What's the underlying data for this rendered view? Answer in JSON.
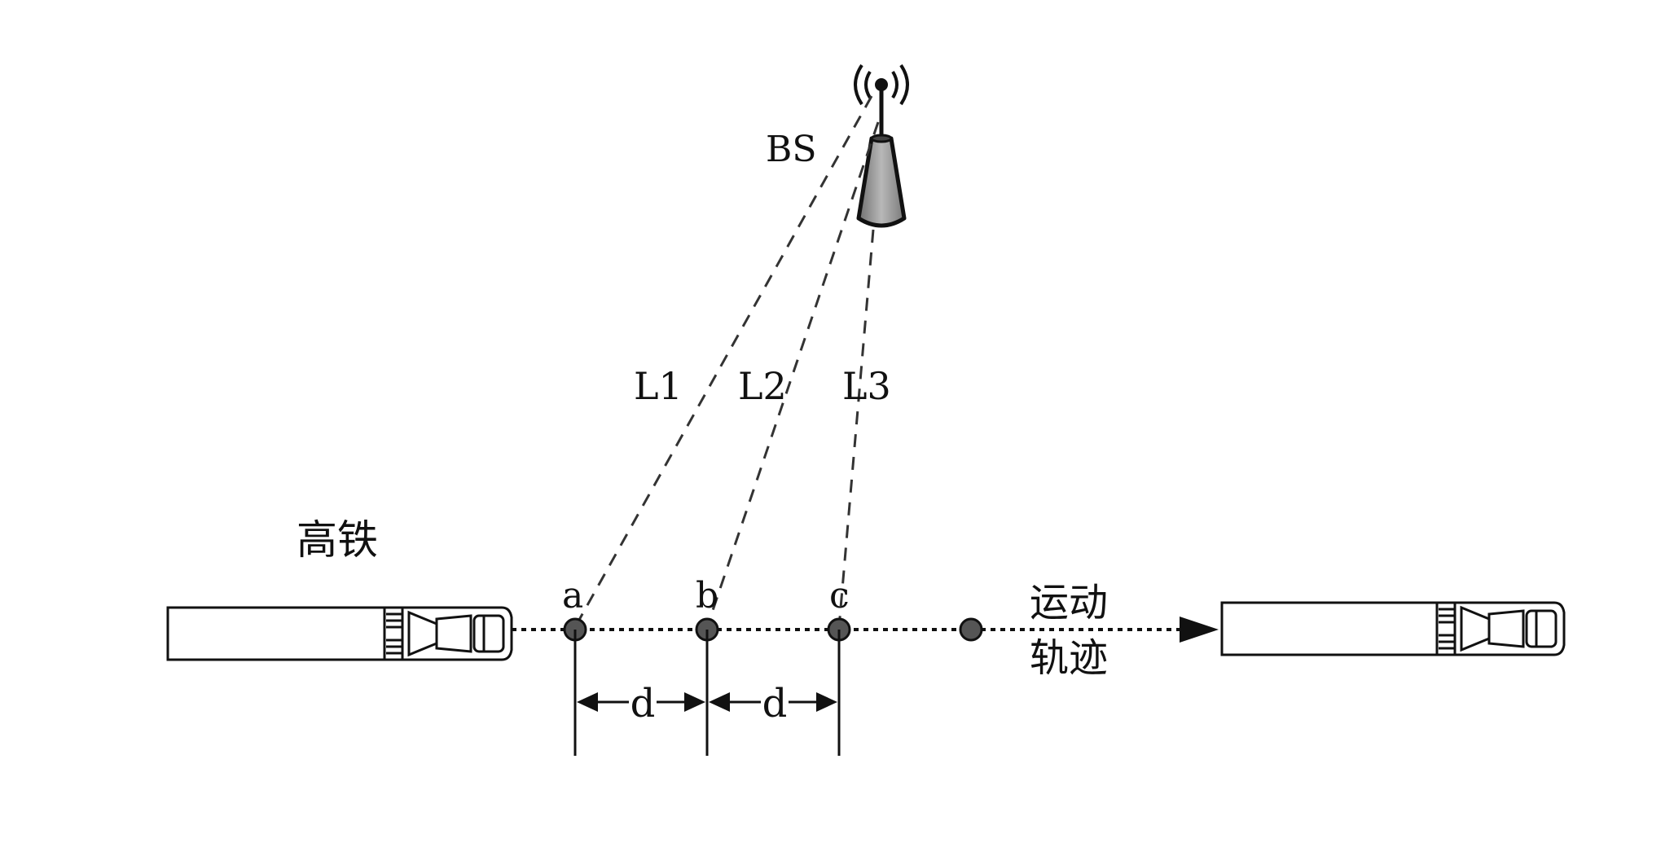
{
  "labels": {
    "base_station": "BS",
    "train": "高铁",
    "trajectory_line1": "运动",
    "trajectory_line2": "轨迹",
    "path_l1": "L1",
    "path_l2": "L2",
    "path_l3": "L3",
    "point_a": "a",
    "point_b": "b",
    "point_c": "c",
    "spacing_1": "d",
    "spacing_2": "d"
  },
  "colors": {
    "stroke": "#111111",
    "tower_fill": "#9a9a9a",
    "point_fill": "#555555",
    "background": "#ffffff"
  },
  "icons": {
    "antenna": "antenna-icon",
    "tower": "tower-icon",
    "train": "train-icon"
  }
}
